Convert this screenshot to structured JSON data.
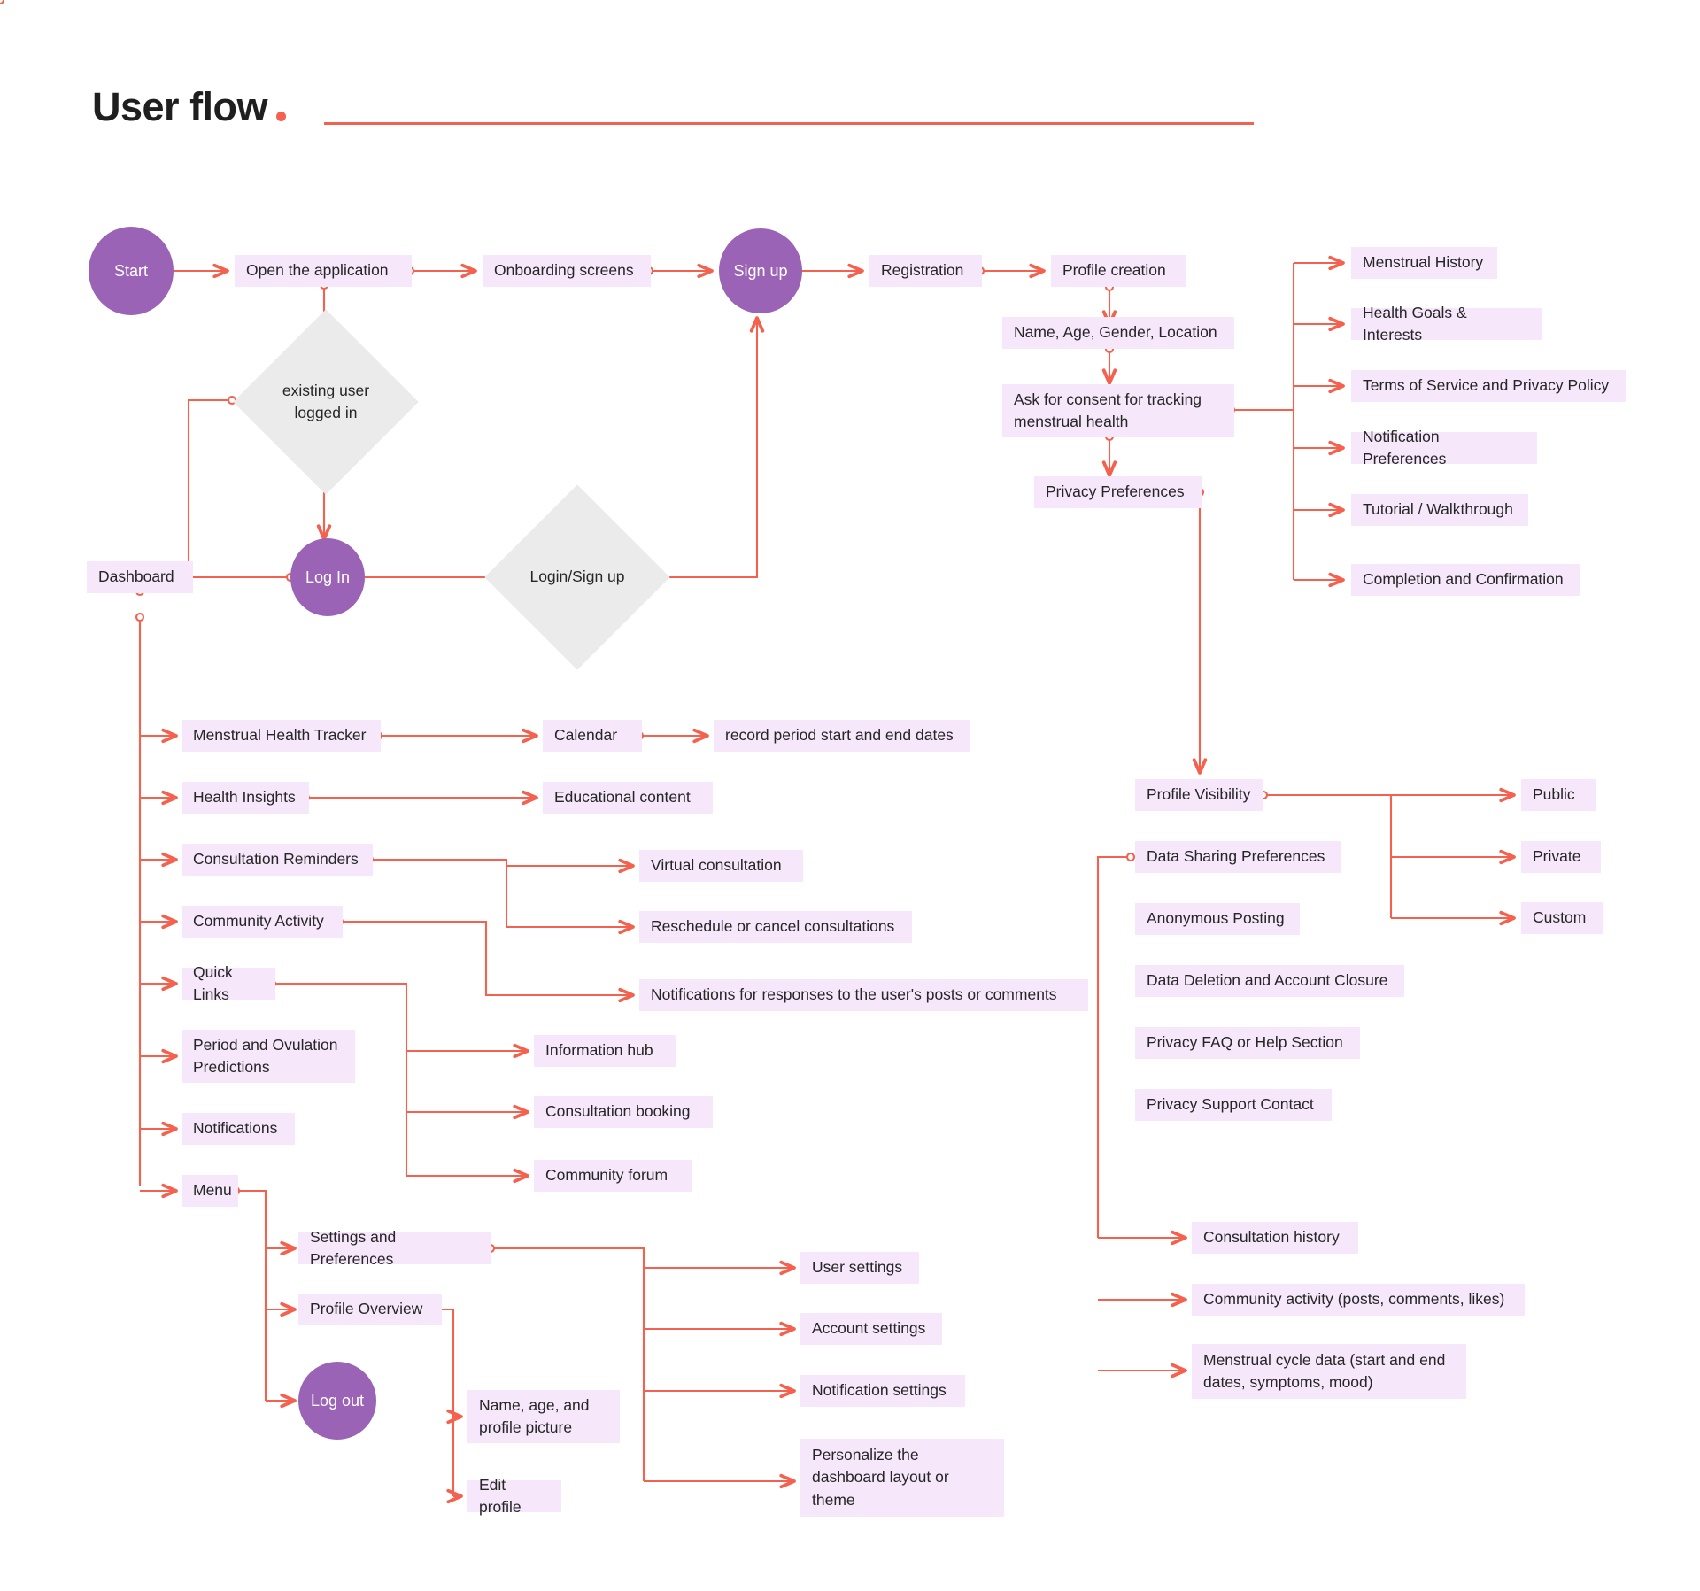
{
  "header": {
    "title": "User flow",
    "accent_color": "#F4614E",
    "dot": "•"
  },
  "palette": {
    "node_bg": "#F6E7FB",
    "circle_bg": "#9B63B5",
    "diamond_bg": "#EBEBEB",
    "connector": "#F4614E",
    "text": "#262626"
  },
  "nodes": {
    "start": "Start",
    "open_the_application": "Open the application",
    "onboarding_screens": "Onboarding screens",
    "sign_up": "Sign up",
    "registration": "Registration",
    "profile_creation": "Profile creation",
    "name_age_gender_location": "Name, Age, Gender, Location",
    "ask_for_consent": "Ask for consent for tracking\nmenstrual health",
    "privacy_preferences": "Privacy Preferences",
    "existing_user_logged_in": "existing user\nlogged in",
    "log_in": "Log In",
    "login_sign_up": "Login/Sign up",
    "dashboard": "Dashboard"
  },
  "onboarding_list": [
    "Menstrual History",
    "Health Goals & Interests",
    "Terms of Service and Privacy Policy",
    "Notification Preferences",
    "Tutorial / Walkthrough",
    "Completion and Confirmation"
  ],
  "dashboard_items": [
    "Menstrual Health Tracker",
    "Health Insights",
    "Consultation Reminders",
    "Community Activity",
    "Quick Links",
    "Period and Ovulation\nPredictions",
    "Notifications",
    "Menu"
  ],
  "tracker_branch": {
    "calendar": "Calendar",
    "record_dates": "record period start and end dates"
  },
  "insights_branch": {
    "educational_content": "Educational content"
  },
  "consultation_branch": [
    "Virtual consultation",
    "Reschedule or cancel consultations",
    "Notifications for responses to the user's posts or comments"
  ],
  "quick_links_branch": [
    "Information hub",
    "Consultation booking",
    "Community forum"
  ],
  "menu_items": [
    "Settings and Preferences",
    "Profile Overview",
    "Log out"
  ],
  "profile_overview_branch": [
    "Name, age, and\nprofile picture",
    "Edit profile"
  ],
  "settings_branch": [
    "User settings",
    " Account settings",
    "Notification settings",
    "Personalize the\ndashboard layout or\ntheme"
  ],
  "privacy_branch": [
    "Profile Visibility",
    "Data Sharing Preferences",
    "Anonymous Posting",
    "Data Deletion and Account Closure",
    "Privacy FAQ or Help Section",
    "Privacy Support Contact"
  ],
  "visibility_options": [
    "Public",
    "Private",
    "Custom"
  ],
  "data_sharing_items": [
    "Consultation history",
    "Community activity (posts, comments, likes)",
    "Menstrual cycle data (start and end\ndates, symptoms, mood)"
  ]
}
